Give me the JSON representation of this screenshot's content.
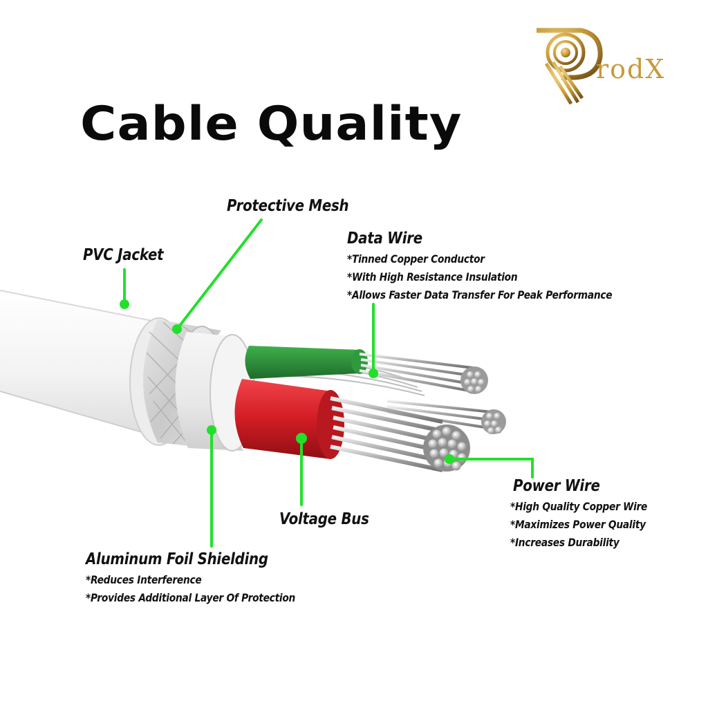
{
  "brand": {
    "name": "rodX",
    "colors": {
      "gold": "#c79a3a",
      "gold_dark": "#8a6420"
    }
  },
  "title": "Cable Quality",
  "accent_color": "#22e02a",
  "labels": {
    "pvc_jacket": {
      "title": "PVC Jacket"
    },
    "protective_mesh": {
      "title": "Protective Mesh"
    },
    "data_wire": {
      "title": "Data Wire",
      "notes": [
        "*Tinned Copper Conductor",
        "*With High Resistance Insulation",
        "*Allows Faster Data Transfer For Peak Performance"
      ]
    },
    "power_wire": {
      "title": "Power Wire",
      "notes": [
        "*High Quality Copper Wire",
        "*Maximizes Power Quality",
        "*Increases Durability"
      ]
    },
    "voltage_bus": {
      "title": "Voltage Bus"
    },
    "aluminum_foil": {
      "title": "Aluminum Foil Shielding",
      "notes": [
        "*Reduces Interference",
        "*Provides Additional Layer Of Protection"
      ]
    }
  },
  "component_colors": {
    "jacket": "#f4f4f4",
    "mesh": "#d9d9d9",
    "foil": "#ececec",
    "green_insulation": "#2f9a3c",
    "red_insulation": "#d8222a",
    "copper_strand": "#b8b8b8"
  }
}
